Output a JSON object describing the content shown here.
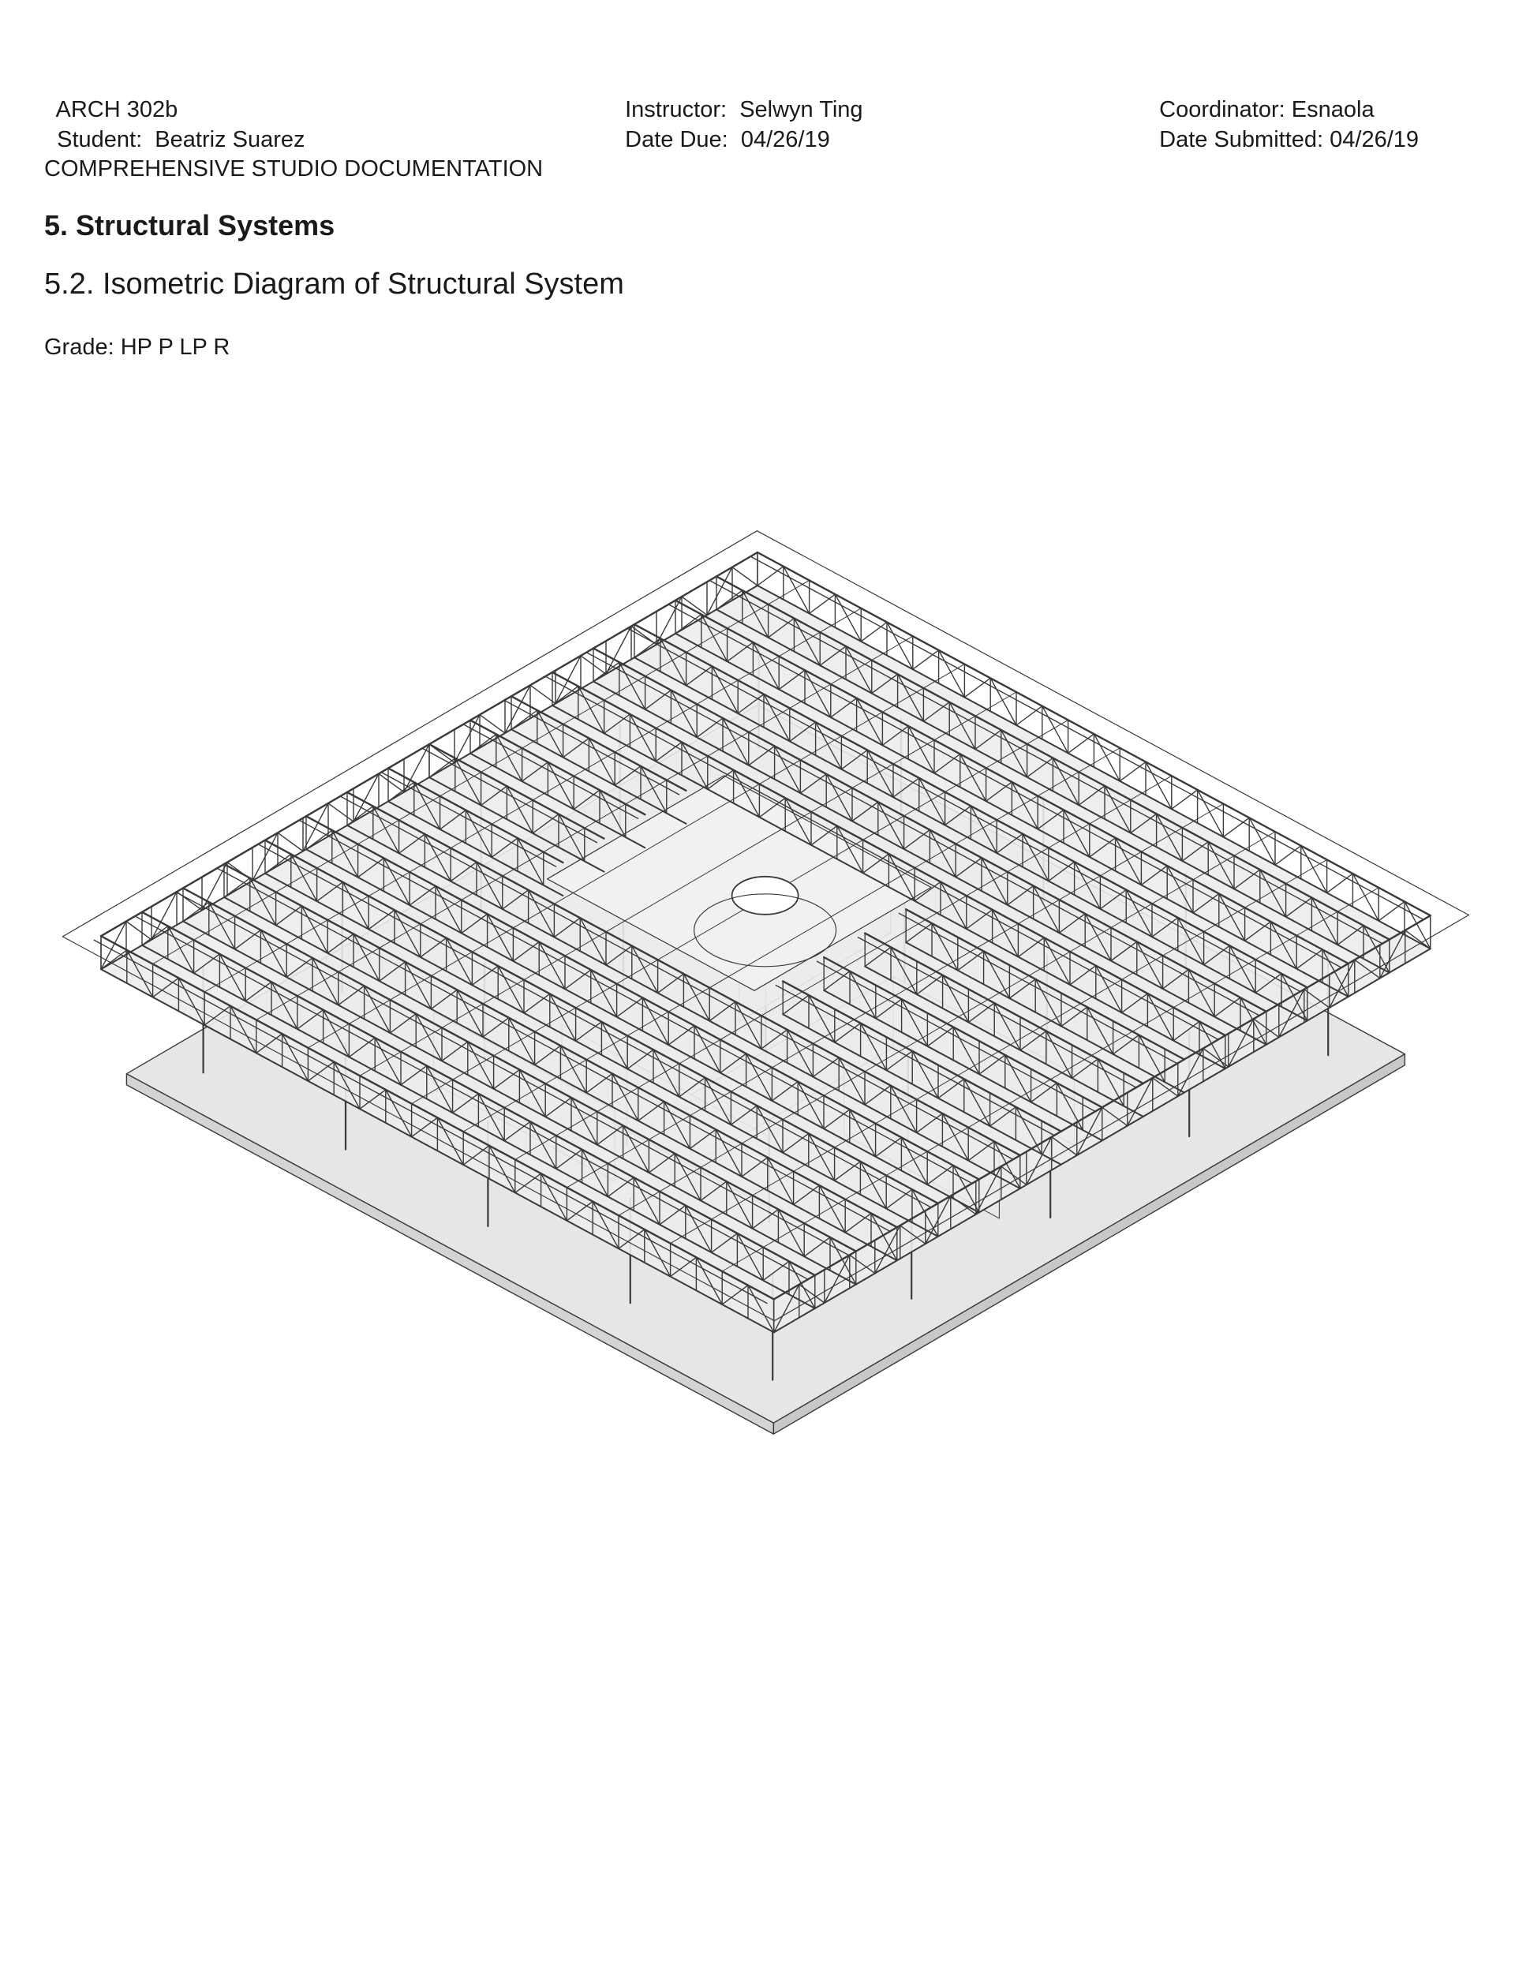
{
  "header": {
    "course": "ARCH 302b",
    "student_label": "Student:",
    "student_name": "Beatriz Suarez",
    "instructor_label": "Instructor:",
    "instructor_name": "Selwyn Ting",
    "date_due_label": "Date Due:",
    "date_due": "04/26/19",
    "coordinator_label": "Coordinator:",
    "coordinator_name": "Esnaola",
    "date_submitted_label": "Date Submitted:",
    "date_submitted": "04/26/19"
  },
  "document": {
    "type": "COMPREHENSIVE STUDIO DOCUMENTATION",
    "section_title": "5. Structural Systems",
    "subsection_title": "5.2. Isometric Diagram of Structural System",
    "grade_label": "Grade:",
    "grade_options": "HP P LP R"
  },
  "diagram": {
    "line_color": "#3a3a3a",
    "slab_color": "#e6e6e6",
    "roof_color": "#ffffff"
  }
}
